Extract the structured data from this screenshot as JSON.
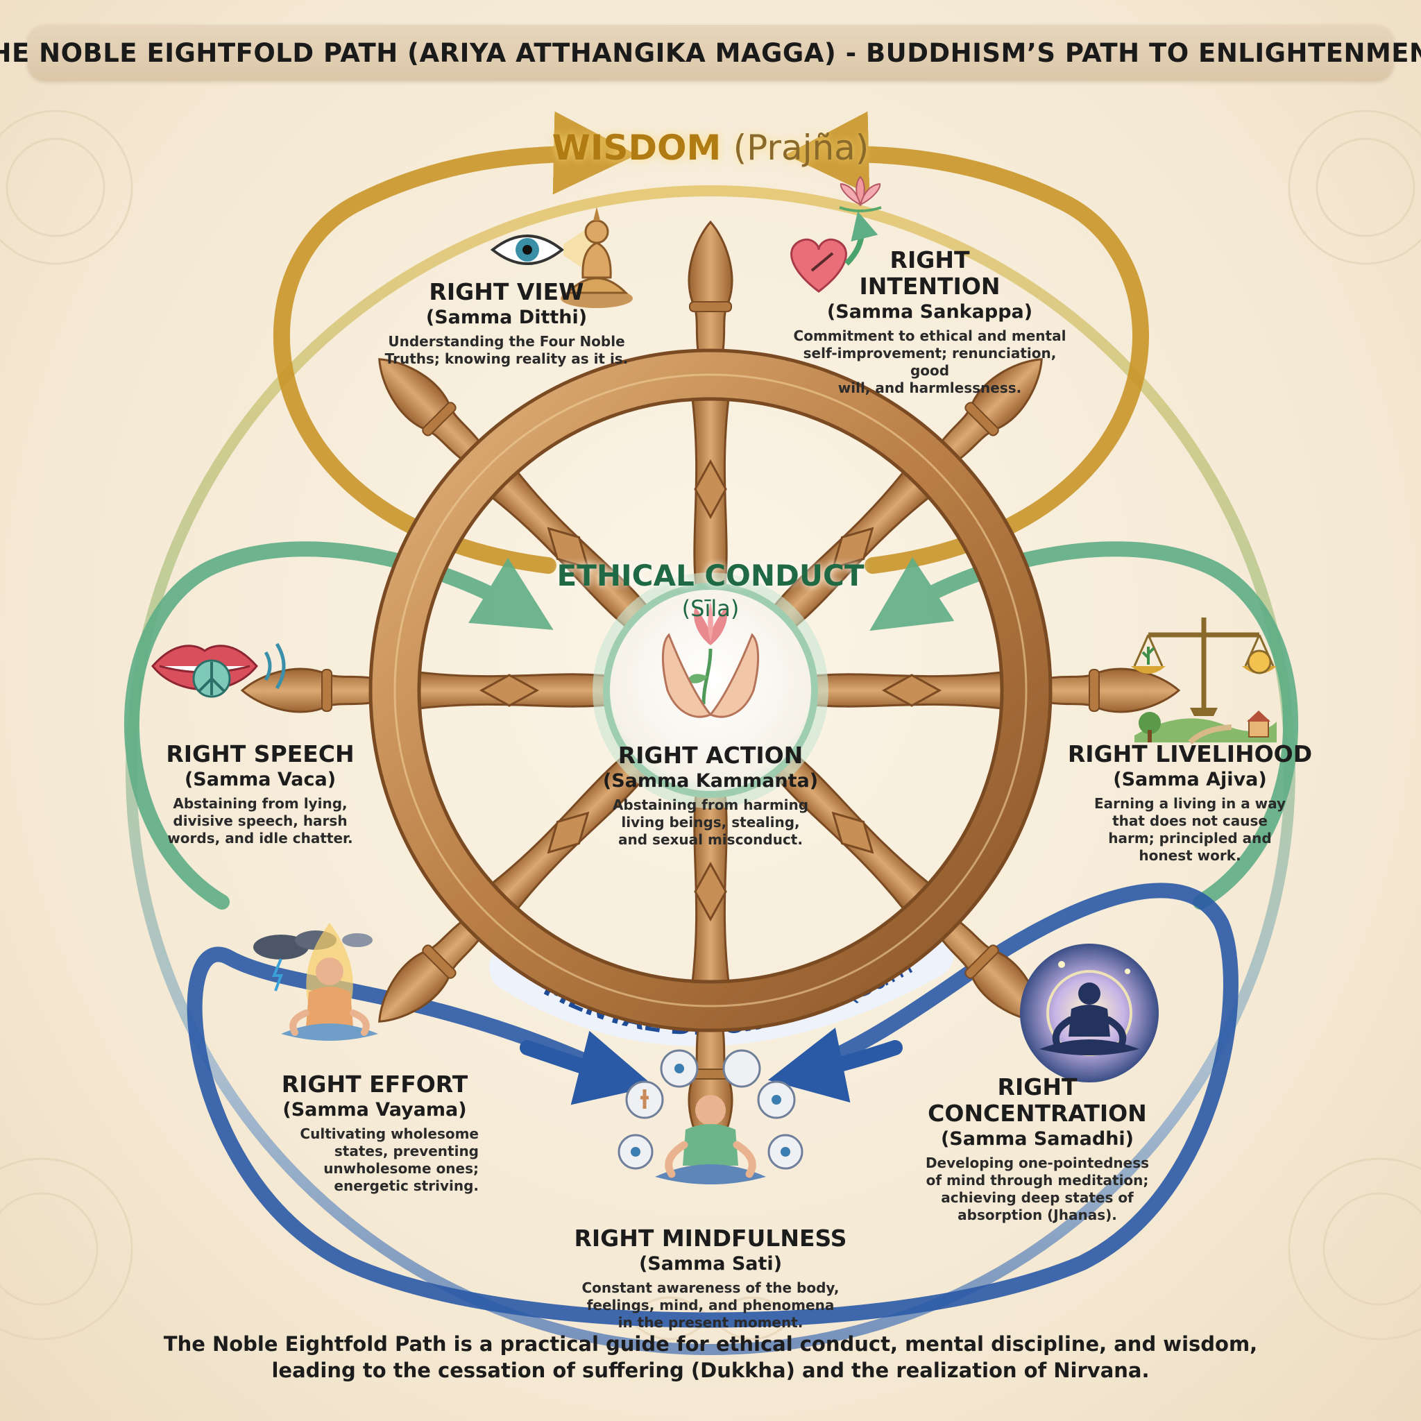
{
  "title": "THE NOBLE EIGHTFOLD PATH (ARIYA ATTHANGIKA MAGGA) - BUDDHISM’S PATH TO ENLIGHTENMENT",
  "categories": {
    "wisdom": {
      "name": "WISDOM",
      "pali": "(Prajña)",
      "color": "#c9962a"
    },
    "ethical": {
      "name": "ETHICAL CONDUCT",
      "pali": "(Sīla)",
      "color": "#3f9a6c"
    },
    "mental": {
      "name": "MENTAL DISCIPLINE",
      "pali": "(Samādhi)",
      "color": "#2a5aa6"
    }
  },
  "steps": {
    "view": {
      "title": "RIGHT VIEW",
      "pali": "(Samma Ditthi)",
      "desc": [
        "Understanding the Four Noble",
        "Truths; knowing reality as it is."
      ],
      "icon": "eye-buddha-icon"
    },
    "intention": {
      "title": [
        "RIGHT",
        "INTENTION"
      ],
      "pali": "(Samma Sankappa)",
      "desc": [
        "Commitment to ethical and mental",
        "self-improvement; renunciation, good",
        "will, and harmlessness."
      ],
      "icon": "heart-lotus-icon"
    },
    "speech": {
      "title": "RIGHT SPEECH",
      "pali": "(Samma Vaca)",
      "desc": [
        "Abstaining from lying,",
        "divisive speech, harsh",
        "words, and idle chatter."
      ],
      "icon": "lips-peace-icon"
    },
    "action": {
      "title": "RIGHT ACTION",
      "pali": "(Samma Kammanta)",
      "desc": [
        "Abstaining from harming",
        "living beings, stealing,",
        "and sexual misconduct."
      ],
      "icon": "hands-lotus-icon"
    },
    "livelihood": {
      "title": "RIGHT LIVELIHOOD",
      "pali": "(Samma Ajiva)",
      "desc": [
        "Earning a living in a way",
        "that does not cause",
        "harm; principled and",
        "honest work."
      ],
      "icon": "scales-icon"
    },
    "effort": {
      "title": "RIGHT EFFORT",
      "pali": "(Samma Vayama)",
      "desc": [
        "Cultivating wholesome",
        "states, preventing",
        "unwholesome ones;",
        "energetic striving."
      ],
      "icon": "meditator-storm-icon"
    },
    "mindfulness": {
      "title": "RIGHT MINDFULNESS",
      "pali": "(Samma Sati)",
      "desc": [
        "Constant awareness of the body,",
        "feelings, mind, and phenomena",
        "in the present moment."
      ],
      "icon": "meditator-eyes-icon"
    },
    "concentration": {
      "title": "RIGHT CONCENTRATION",
      "pali": "(Samma Samadhi)",
      "desc": [
        "Developing one-pointedness",
        "of mind through meditation;",
        "achieving deep states of",
        "absorption (Jhanas)."
      ],
      "icon": "meditator-glow-icon"
    }
  },
  "footer": [
    "The Noble Eightfold Path is a practical guide for ethical conduct, mental discipline, and wisdom,",
    "leading to the cessation of suffering (Dukkha) and the realization of Nirvana."
  ],
  "colors": {
    "wood": "#b8804a",
    "wood_dark": "#7a4a22",
    "background": "#f6ecd9"
  }
}
